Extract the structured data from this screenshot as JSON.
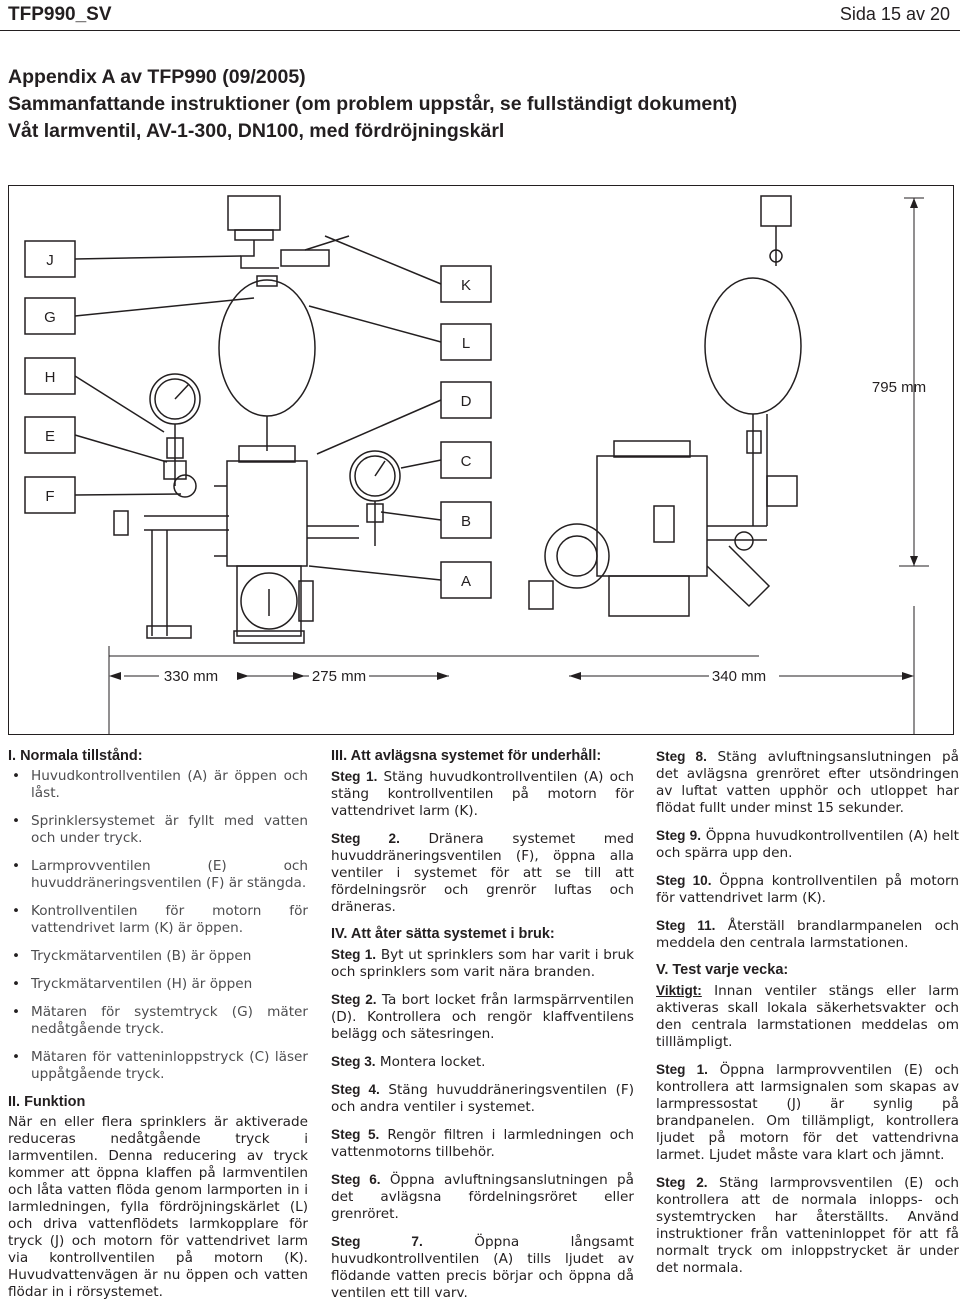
{
  "header": {
    "doc_id": "TFP990_SV",
    "page": "Sida 15 av 20"
  },
  "title": {
    "line1": "Appendix A av TFP990 (09/2005)",
    "line2": "Sammanfattande instruktioner (om problem uppstår, se fullständigt dokument)",
    "line3": "Våt larmventil, AV-1-300, DN100, med fördröjningskärl"
  },
  "figure": {
    "labels_left": [
      "J",
      "G",
      "H",
      "E",
      "F"
    ],
    "labels_right": [
      "K",
      "L",
      "D",
      "C",
      "B",
      "A"
    ],
    "height_dim": "795 mm",
    "width_dims": [
      "330 mm",
      "275 mm",
      "340 mm"
    ]
  },
  "col1": {
    "sec1_title": "I. Normala tillstånd:",
    "bullets": [
      "Huvudkontrollventilen (A) är öppen och låst.",
      "Sprinklersystemet är fyllt med vatten och under tryck.",
      "Larmprovventilen (E) och huvuddräneringsventilen (F) är stängda.",
      "Kontrollventilen för motorn för vattendrivet larm (K) är öppen.",
      "Tryckmätarventilen (B) är öppen",
      "Tryckmätarventilen (H) är öppen",
      "Mätaren för systemtryck (G) mäter nedåtgående tryck.",
      "Mätaren för vatteninloppstryck (C) läser uppåtgående tryck."
    ],
    "sec2_title": "II. Funktion",
    "sec2_text": "När en eller flera sprinklers är aktiverade reduceras nedåtgående tryck i larmventilen. Denna reducering av tryck kommer att öppna klaffen på larmventilen och låta vatten flöda genom larmporten in i larmledningen, fylla fördröjningskärlet (L) och driva vattenflödets larmkopplare för tryck (J) och motorn för vattendrivet larm via kontrollventilen på motorn (K). Huvudvattenvägen är nu öppen och vatten flödar in i rörsystemet."
  },
  "col2": {
    "sec3_title": "III. Att avlägsna systemet för underhåll:",
    "sec3_steps": [
      {
        "no": "Steg 1.",
        "text": "Stäng huvudkontrollventilen (A) och stäng kontrollventilen på motorn för vattendrivet larm (K)."
      },
      {
        "no": "Steg 2.",
        "text": "Dränera systemet med huvuddräneringsventilen (F), öppna alla ventiler i systemet för att se till att fördelningsrör och grenrör luftas och dräneras."
      }
    ],
    "sec4_title": "IV. Att åter sätta systemet i bruk:",
    "sec4_steps": [
      {
        "no": "Steg 1.",
        "text": "Byt ut sprinklers som har varit i bruk och sprinklers som varit nära branden."
      },
      {
        "no": "Steg 2.",
        "text": "Ta bort locket från larmspärrventilen (D). Kontrollera och rengör klaffventilens belägg och sätesringen."
      },
      {
        "no": "Steg 3.",
        "text": "Montera locket."
      },
      {
        "no": "Steg 4.",
        "text": "Stäng huvuddräneringsventilen (F) och andra ventiler i systemet."
      },
      {
        "no": "Steg 5.",
        "text": "Rengör filtren i larmledningen och vattenmotorns tillbehör."
      },
      {
        "no": "Steg 6.",
        "text": "Öppna avluftningsanslutningen på det avlägsna fördelningsröret eller grenröret."
      },
      {
        "no": "Steg 7.",
        "text": "Öppna långsamt huvudkontrollventilen (A) tills ljudet av flödande vatten precis börjar och öppna då ventilen ett till varv."
      }
    ]
  },
  "col3": {
    "steps": [
      {
        "no": "Steg 8.",
        "text": "Stäng avluftningsanslutningen på det avlägsna grenröret efter utsöndringen av luftat vatten upphör och utloppet har flödat fullt under minst 15 sekunder."
      },
      {
        "no": "Steg 9.",
        "text": "Öppna huvudkontrollventilen (A) helt och spärra upp den."
      },
      {
        "no": "Steg 10.",
        "text": "Öppna kontrollventilen på motorn för vattendrivet larm (K)."
      },
      {
        "no": "Steg 11.",
        "text": "Återställ brandlarmpanelen och meddela den centrala larmstationen."
      }
    ],
    "sec5_title": "V. Test varje vecka:",
    "viktigt_label": "Viktigt:",
    "viktigt_text": "Innan ventiler stängs eller larm aktiveras skall lokala säkerhetsvakter och den centrala larmstationen meddelas om tilllämpligt.",
    "sec5_steps": [
      {
        "no": "Steg 1.",
        "text": "Öppna larmprovventilen (E) och kontrollera att larmsignalen som skapas av larmpressostat (J) är synlig på brandpanelen. Om tillämpligt, kontrollera ljudet på motorn för det vattendrivna larmet. Ljudet måste vara klart och jämnt."
      },
      {
        "no": "Steg 2.",
        "text": "Stäng larmprovsventilen (E) och kontrollera att de normala inlopps- och systemtrycken har återställts. Använd instruktioner från vatteninloppet för att få normalt tryck om inloppstrycket är under det normala."
      }
    ]
  }
}
